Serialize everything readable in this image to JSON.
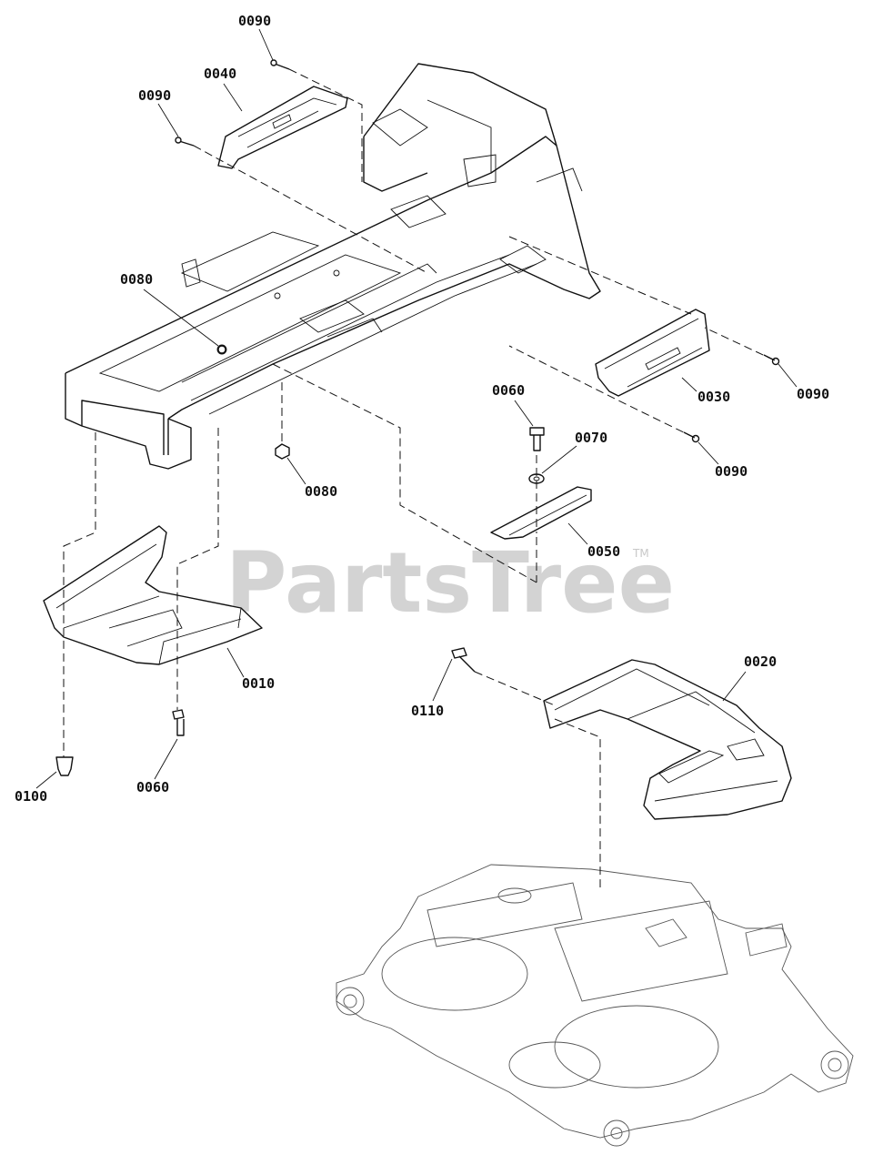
{
  "watermark": {
    "brand": "PartsTree",
    "trademark": "TM"
  },
  "labels": {
    "p0010": "0010",
    "p0020": "0020",
    "p0030": "0030",
    "p0040": "0040",
    "p0050": "0050",
    "p0060_top": "0060",
    "p0060_bottom": "0060",
    "p0070": "0070",
    "p0080_top": "0080",
    "p0080_bottom": "0080",
    "p0090_top": "0090",
    "p0090_left": "0090",
    "p0090_right": "0090",
    "p0090_lower": "0090",
    "p0100": "0100",
    "p0110": "0110"
  }
}
